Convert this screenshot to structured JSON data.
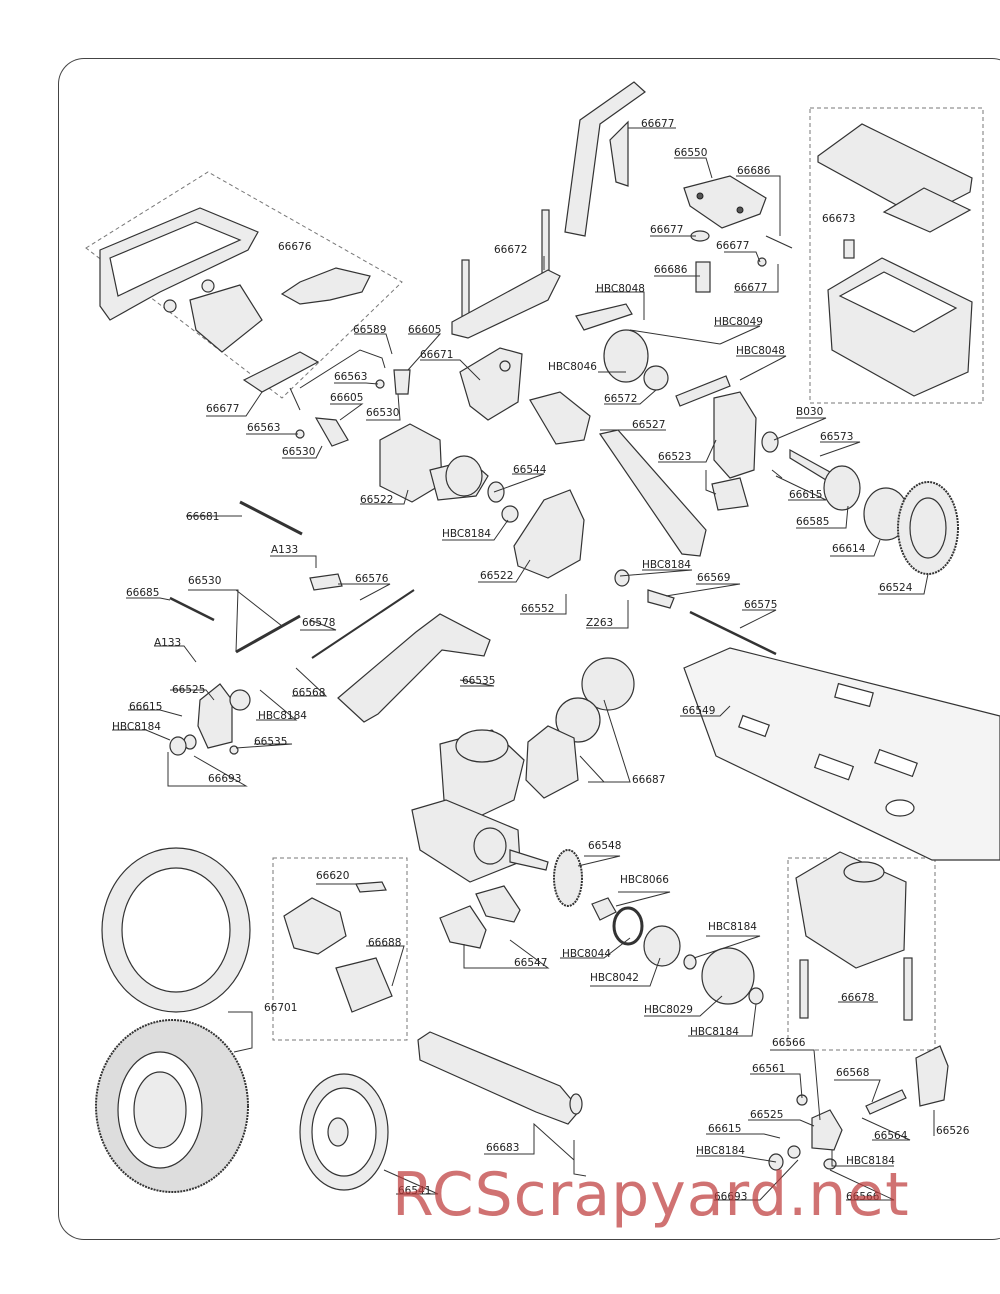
{
  "watermark": "RCScrapyard.net",
  "labels": {
    "l66677a": "66677",
    "l66550": "66550",
    "l66686a": "66686",
    "l66673": "66673",
    "l66677b": "66677",
    "l66677c": "66677",
    "l66686b": "66686",
    "l66677d": "66677",
    "l66672": "66672",
    "l66676": "66676",
    "lHBC8048a": "HBC8048",
    "lHBC8049": "HBC8049",
    "lHBC8048b": "HBC8048",
    "lHBC8046": "HBC8046",
    "l66589": "66589",
    "l66605a": "66605",
    "l66671": "66671",
    "l66563a": "66563",
    "l66605b": "66605",
    "l66530a": "66530",
    "l66677e": "66677",
    "l66563b": "66563",
    "l66530b": "66530",
    "l66572": "66572",
    "l66527": "66527",
    "lB030": "B030",
    "l66573": "66573",
    "l66523": "66523",
    "l66615a": "66615",
    "l66585": "66585",
    "l66614": "66614",
    "l66524": "66524",
    "l66544": "66544",
    "l66522a": "66522",
    "l66681": "66681",
    "lHBC8184a": "HBC8184",
    "l66522b": "66522",
    "lHBC8184b": "HBC8184",
    "l66569": "66569",
    "l66552": "66552",
    "lZ263": "Z263",
    "l66575": "66575",
    "lA133a": "A133",
    "l66576": "66576",
    "l66530c": "66530",
    "l66685": "66685",
    "l66578": "66578",
    "lA133b": "A133",
    "l66525a": "66525",
    "l66568a": "66568",
    "l66535a": "66535",
    "l66615b": "66615",
    "lHBC8184c": "HBC8184",
    "lHBC8184d": "HBC8184",
    "l66535b": "66535",
    "l66693a": "66693",
    "l66549": "66549",
    "l66687": "66687",
    "l66548": "66548",
    "l66620": "66620",
    "lHBC8066": "HBC8066",
    "l66688": "66688",
    "lHBC8184e": "HBC8184",
    "lHBC8044": "HBC8044",
    "l66547": "66547",
    "lHBC8042": "HBC8042",
    "lHBC8029": "HBC8029",
    "lHBC8184f": "HBC8184",
    "l66678": "66678",
    "l66701": "66701",
    "l66566a": "66566",
    "l66561": "66561",
    "l66568b": "66568",
    "l66525b": "66525",
    "l66615c": "66615",
    "l66564": "66564",
    "l66526": "66526",
    "lHBC8184g": "HBC8184",
    "lHBC8184h": "HBC8184",
    "l66683": "66683",
    "l66693b": "66693",
    "l66566b": "66566",
    "l66541": "66541"
  },
  "colors": {
    "line": "#333333",
    "watermark": "#be3c3c"
  }
}
